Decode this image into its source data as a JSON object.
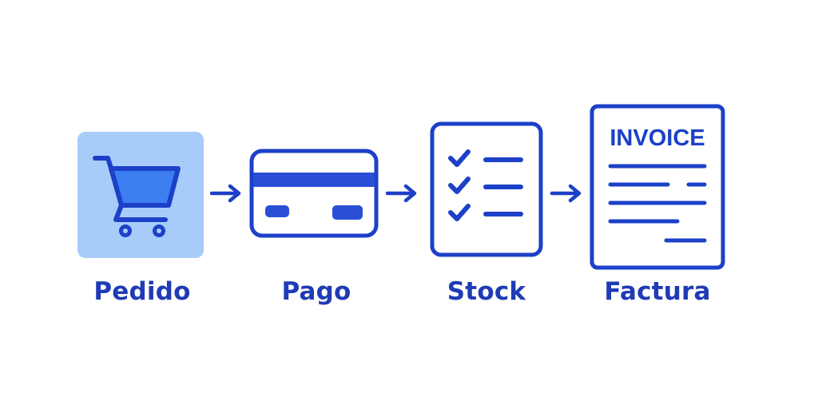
{
  "colors": {
    "primary": "#1f3bb5",
    "icon_blue": "#1c40c8",
    "cart_bg": "#a8ccfa",
    "cart_fill": "#3c7ef0",
    "card_stripe": "#2a4fd6"
  },
  "steps": [
    {
      "label": "Pedido",
      "icon": "shopping-cart-icon"
    },
    {
      "label": "Pago",
      "icon": "credit-card-icon"
    },
    {
      "label": "Stock",
      "icon": "checklist-icon"
    },
    {
      "label": "Factura",
      "icon": "invoice-document-icon",
      "doc_title": "INVOICE"
    }
  ],
  "connectors": [
    "arrow-right-icon",
    "arrow-right-icon",
    "arrow-right-icon"
  ]
}
